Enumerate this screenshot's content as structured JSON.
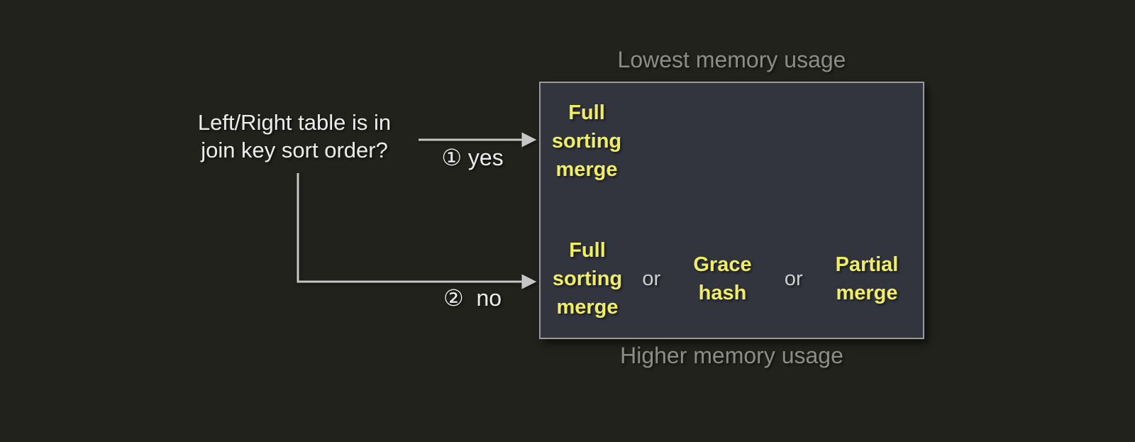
{
  "title": "Join algorithm memory usage decision diagram",
  "colors": {
    "background": "#21221c",
    "box_fill": "#32353e",
    "box_border": "#97999c",
    "algorithm_text": "#f1ee60",
    "memory_label_text": "#8c8c88",
    "question_text": "#ececec",
    "or_text": "#cfcfcf",
    "arrow": "#c6c6c6"
  },
  "question": {
    "line1": "Left/Right table is in",
    "line2": "join key sort order?"
  },
  "branches": {
    "yes_label": "① yes",
    "no_label": "②  no"
  },
  "memory_scale": {
    "top_label": "Lowest memory usage",
    "bottom_label": "Higher memory usage"
  },
  "algorithms": {
    "sorted_row": {
      "option1": "Full sorting merge"
    },
    "unsorted_row": {
      "option1": "Full sorting merge",
      "separator1": "or",
      "option2": "Grace hash",
      "separator2": "or",
      "option3": "Partial merge"
    }
  }
}
